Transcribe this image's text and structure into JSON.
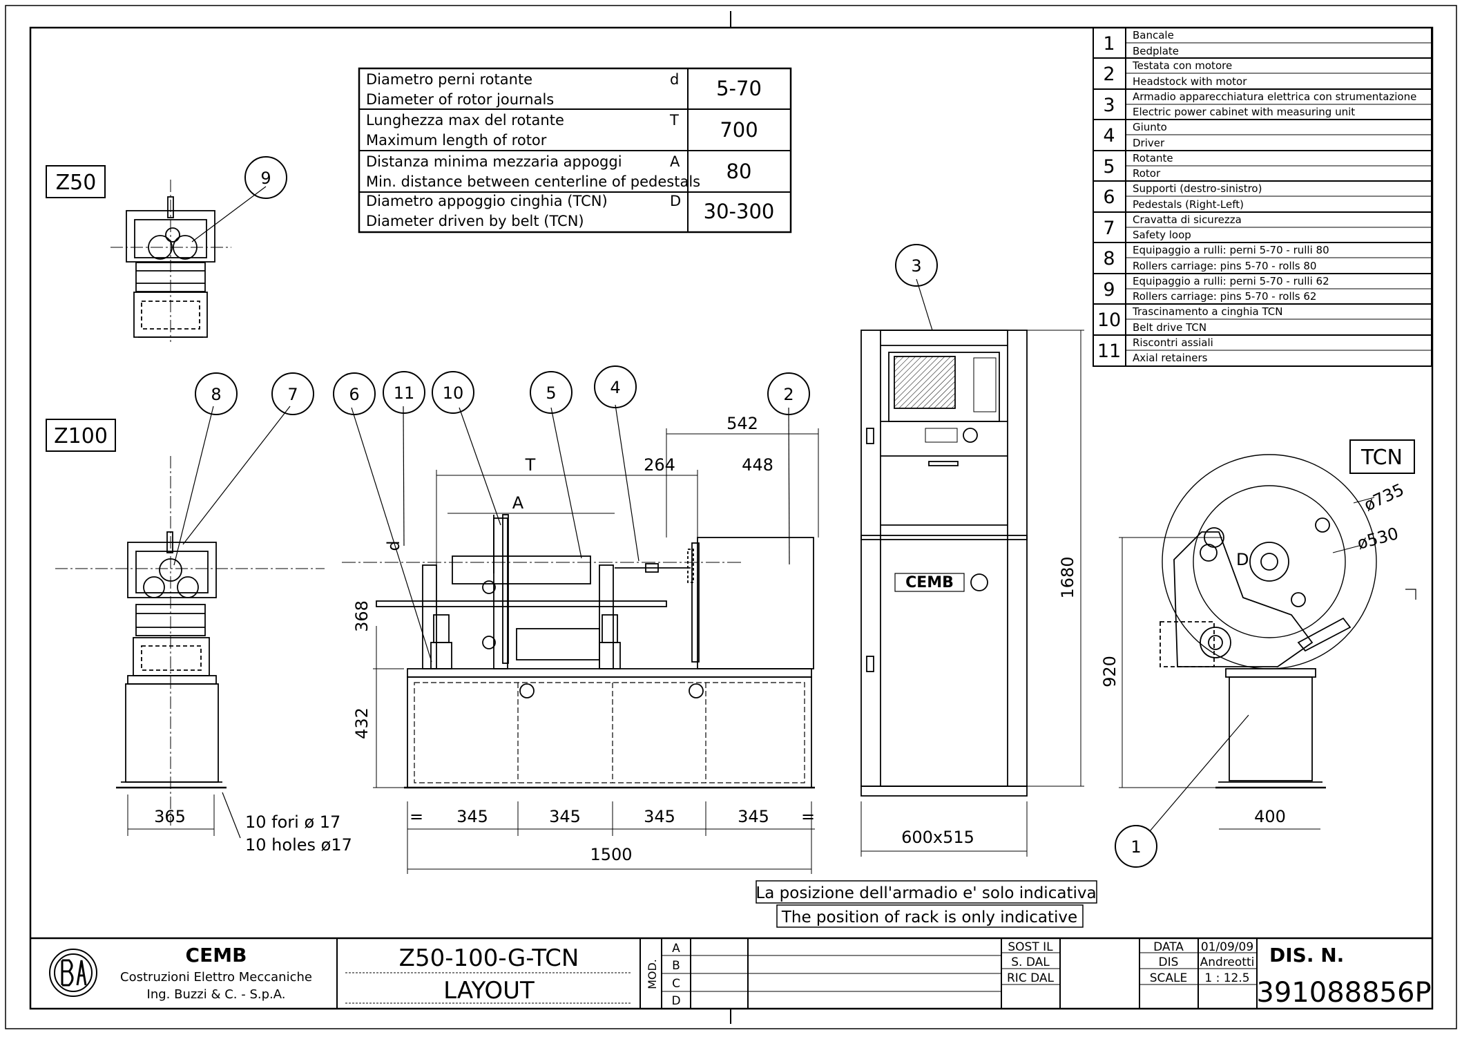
{
  "views": {
    "z50": "Z50",
    "z100": "Z100",
    "tcn": "TCN"
  },
  "spec_table": [
    {
      "it": "Diametro perni rotante",
      "en": "Diameter of rotor journals",
      "sym": "d",
      "value": "5-70"
    },
    {
      "it": "Lunghezza max del rotante",
      "en": "Maximum length of rotor",
      "sym": "T",
      "value": "700"
    },
    {
      "it": "Distanza minima mezzaria appoggi",
      "en": "Min. distance between centerline of pedestals",
      "sym": "A",
      "value": "80"
    },
    {
      "it": "Diametro appoggio cinghia (TCN)",
      "en": "Diameter driven by belt (TCN)",
      "sym": "D",
      "value": "30-300"
    }
  ],
  "legend": [
    {
      "n": "1",
      "it": "Bancale",
      "en": "Bedplate"
    },
    {
      "n": "2",
      "it": "Testata con motore",
      "en": "Headstock with motor"
    },
    {
      "n": "3",
      "it": "Armadio apparecchiatura elettrica con strumentazione",
      "en": "Electric power cabinet with measuring unit"
    },
    {
      "n": "4",
      "it": "Giunto",
      "en": "Driver"
    },
    {
      "n": "5",
      "it": "Rotante",
      "en": "Rotor"
    },
    {
      "n": "6",
      "it": "Supporti (destro-sinistro)",
      "en": "Pedestals (Right-Left)"
    },
    {
      "n": "7",
      "it": "Cravatta di sicurezza",
      "en": "Safety loop"
    },
    {
      "n": "8",
      "it": "Equipaggio a rulli: perni 5-70 - rulli 80",
      "en": "Rollers carriage: pins 5-70 - rolls 80"
    },
    {
      "n": "9",
      "it": "Equipaggio a rulli: perni 5-70 - rulli 62",
      "en": "Rollers carriage: pins 5-70 - rolls 62"
    },
    {
      "n": "10",
      "it": "Trascinamento a cinghia TCN",
      "en": "Belt drive TCN"
    },
    {
      "n": "11",
      "it": "Riscontri assiali",
      "en": "Axial retainers"
    }
  ],
  "callouts": {
    "c1": "1",
    "c2": "2",
    "c3": "3",
    "c4": "4",
    "c5": "5",
    "c6": "6",
    "c7": "7",
    "c8": "8",
    "c9": "9",
    "c10": "10",
    "c11": "11"
  },
  "dims": {
    "d542": "542",
    "d264": "264",
    "d448": "448",
    "T": "T",
    "A": "A",
    "d": "d",
    "d368": "368",
    "d432": "432",
    "d1680": "1680",
    "d920": "920",
    "d365": "365",
    "s1": "345",
    "s2": "345",
    "s3": "345",
    "s4": "345",
    "eq": "=",
    "d1500": "1500",
    "d600": "600x515",
    "d400": "400",
    "dia735": "ø735",
    "dia530": "ø530",
    "D": "D"
  },
  "holes": {
    "it": "10 fori ø 17",
    "en": "10 holes ø17"
  },
  "cabinet_brand": "CEMB",
  "note": {
    "it": "La posizione dell'armadio e' solo indicativa",
    "en": "The position of rack is only indicative"
  },
  "title_block": {
    "company": "CEMB",
    "company_l1": "Costruzioni Elettro Meccaniche",
    "company_l2": "Ing. Buzzi & C. - S.p.A.",
    "drawing_code": "Z50-100-G-TCN",
    "drawing_title": "LAYOUT",
    "mod": "MOD.",
    "rev": [
      "A",
      "B",
      "C",
      "D"
    ],
    "sost_il": "SOST IL",
    "s_dal": "S. DAL",
    "ric_dal": "RIC DAL",
    "data_label": "DATA",
    "data": "01/09/09",
    "dis_label": "DIS",
    "dis": "Andreotti",
    "scale_label": "SCALE",
    "scale": "1 : 12.5",
    "dis_n_label": "DIS. N.",
    "dis_n": "391088856P"
  }
}
